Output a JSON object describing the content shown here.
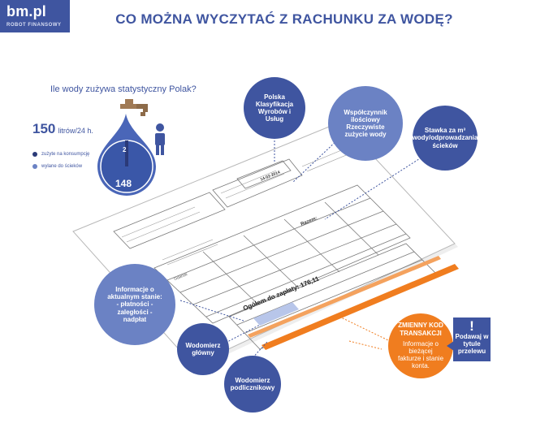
{
  "logo": {
    "brand": "bm.pl",
    "tagline": "ROBOT FINANSOWY"
  },
  "title": "CO MOŻNA WYCZYTAĆ Z RACHUNKU ZA WODĘ?",
  "stats": {
    "question": "Ile wody zużywa statystyczny Polak?",
    "liters": "150",
    "liters_unit": "litrów/24 h.",
    "consumption_value": "2",
    "drain_value": "148",
    "legend_consumption": "zużyte na konsumpcję",
    "legend_drain": "wylane do ścieków"
  },
  "bubbles": {
    "pkwiu": "Polska Klasyfikacja Wyrobów i Usług",
    "coefficient": "Współczynnik ilościowy Rzeczywiste zużycie wody",
    "rate": "Stawka za m³ wody/odprowadzania ścieków",
    "status": "Informacje o aktualnym stanie: - płatności - zaległości - nadpłat",
    "meter_main": "Wodomierz główny",
    "meter_sub": "Wodomierz podlicznikowy",
    "code_title": "ZMIENNY KOD TRANSAKCJI",
    "code_text": "Informacje o bieżącej fakturze i stanie konta."
  },
  "callout": {
    "mark": "!",
    "text": "Podawaj w tytule przelewu"
  },
  "bill": {
    "row_label": "Razem:",
    "total_label": "Ogółem do zapłaty:",
    "total_value": "176,11",
    "city": "Gdańsk",
    "date_issue": "14-02-2014"
  },
  "colors": {
    "brand": "#3f55a0",
    "light": "#6b82c4",
    "orange": "#f07d1f"
  }
}
